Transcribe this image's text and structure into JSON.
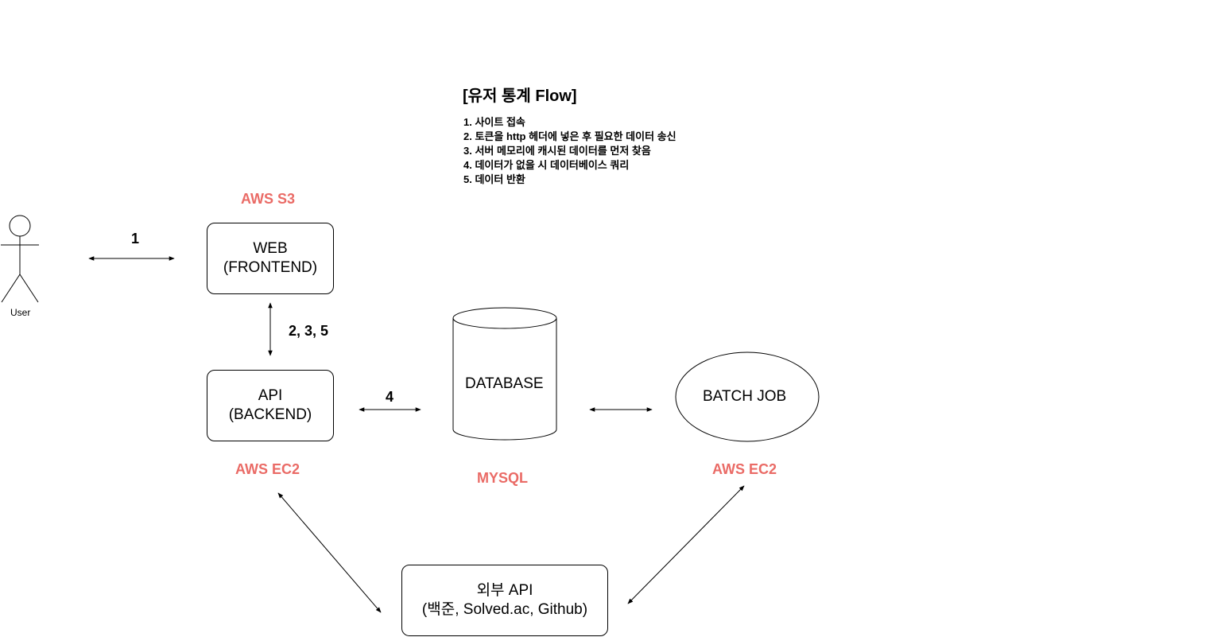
{
  "title": "[유저 통계 Flow]",
  "steps": [
    "1. 사이트 접속",
    "2. 토큰을 http 헤더에 넣은 후 필요한 데이터 송신",
    "3. 서버 메모리에 캐시된 데이터를 먼저 찾음",
    "4. 데이터가 없을 시 데이터베이스 쿼리",
    "5. 데이터 반환"
  ],
  "actor": {
    "label": "User"
  },
  "nodes": {
    "web": {
      "line1": "WEB",
      "line2": "(FRONTEND)",
      "platform": "AWS S3"
    },
    "api": {
      "line1": "API",
      "line2": "(BACKEND)",
      "platform": "AWS EC2"
    },
    "database": {
      "label": "DATABASE",
      "platform": "MYSQL"
    },
    "batch": {
      "label": "BATCH JOB",
      "platform": "AWS EC2"
    },
    "external": {
      "line1": "외부 API",
      "line2": "(백준, Solved.ac, Github)"
    }
  },
  "edges": {
    "user_web": "1",
    "web_api": "2, 3, 5",
    "api_db": "4"
  },
  "colors": {
    "platform_label": "#ea6b66",
    "stroke": "#000000"
  }
}
